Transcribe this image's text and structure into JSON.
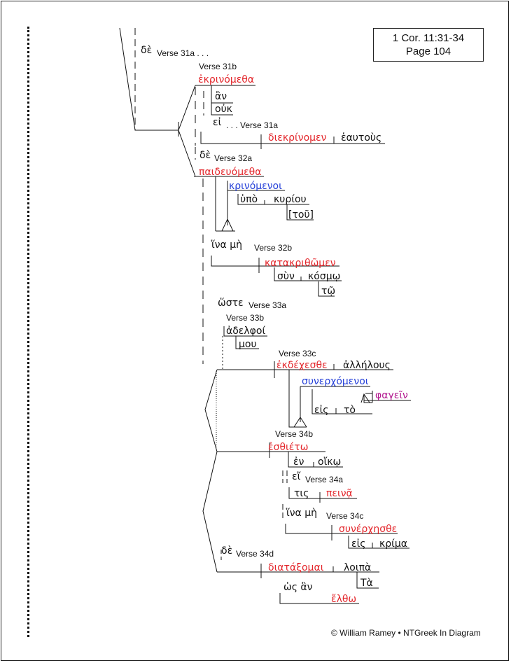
{
  "reference": {
    "line1": "1 Cor. 11:31-34",
    "line2": "Page 104"
  },
  "copyright": "© William Ramey • NTGreek In Diagram",
  "words": {
    "de_31a": "δὲ",
    "ekrinometha": "ἐκρινόμεθα",
    "an": "ἂν",
    "ouk": "οὐκ",
    "ei_31a": "εἰ",
    "diekrinomen": "διεκρίνομεν",
    "heautous": "ἑαυτοὺς",
    "de_32a": "δὲ",
    "paideuometha": "παιδευόμεθα",
    "krinomenoi": "κρινόμενοι",
    "hupo": "ὑπὸ",
    "kuriou": "κυρίου",
    "tou": "[τοῦ]",
    "hina_me_32b": "ἵνα μὴ",
    "katakrithomen": "κατακριθῶμεν",
    "sun": "σὺν",
    "kosmo": "κόσμῳ",
    "to_dat": "τῷ",
    "hoste": "ὥστε",
    "adelphoi": "ἀδελφοί",
    "mou": "μου",
    "ekdechesthe": "ἐκδέχεσθε",
    "allelous": "ἀλλήλους",
    "sunerchomenoi": "συνερχόμενοι",
    "phagein": "φαγεῖν",
    "eis_33c": "εἰς",
    "to_art": "τὸ",
    "esthieto": "ἐσθιέτω",
    "en": "ἐν",
    "oiko": "οἴκῳ",
    "ei_34a": "εἴ",
    "tis": "τις",
    "peina": "πεινᾷ",
    "hina_me_34c": "ἵνα μὴ",
    "sunerchesthe": "συνέρχησθε",
    "eis_34c": "εἰς",
    "krima": "κρίμα",
    "de_34d": "δὲ",
    "diataxomai": "διατάξομαι",
    "loipa": "λοιπὰ",
    "ta": "Τὰ",
    "hos_an": "ὡς ἂν",
    "eltho": "ἔλθω"
  },
  "labels": {
    "v31a_dots": "Verse 31a . . .",
    "v31b": "Verse 31b",
    "dots_v31a": ". . . Verse 31a",
    "v32a": "Verse 32a",
    "v32b": "Verse 32b",
    "v33a": "Verse 33a",
    "v33b": "Verse 33b",
    "v33c": "Verse 33c",
    "v34b": "Verse 34b",
    "v34a": "Verse 34a",
    "v34c": "Verse 34c",
    "v34d": "Verse 34d"
  }
}
